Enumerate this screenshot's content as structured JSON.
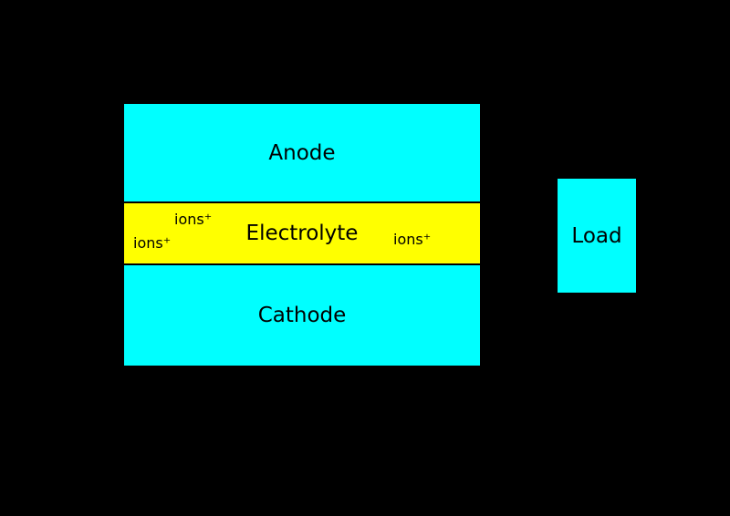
{
  "diagram": {
    "type": "electrochemical-cell-schematic",
    "layers": {
      "anode": {
        "label": "Anode",
        "color": "#00ffff"
      },
      "electrolyte": {
        "label": "Electrolyte",
        "color": "#ffff00"
      },
      "cathode": {
        "label": "Cathode",
        "color": "#00ffff"
      }
    },
    "ions": {
      "left_top": "ions⁺",
      "left_bottom": "ions⁺",
      "right": "ions⁺"
    },
    "load": {
      "label": "Load",
      "color": "#00ffff"
    },
    "colors": {
      "background": "#000000",
      "cell_fill": "#00ffff",
      "electrolyte_fill": "#ffff00",
      "text": "#000000"
    }
  }
}
